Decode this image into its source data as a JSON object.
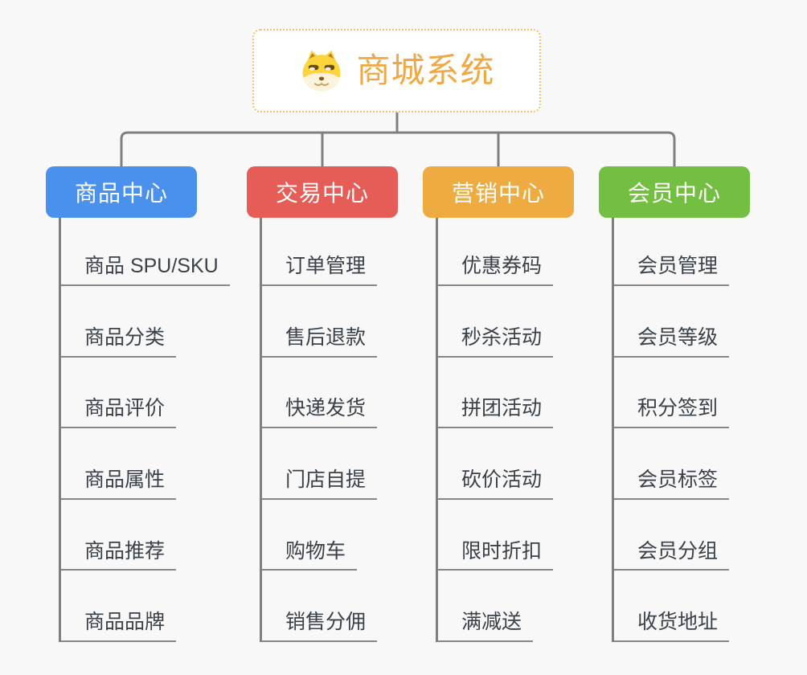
{
  "root": {
    "title": "商城系统",
    "icon": "shiba-dog-icon"
  },
  "branches": [
    {
      "label": "商品中心",
      "color": "#4A90ED",
      "children": [
        "商品 SPU/SKU",
        "商品分类",
        "商品评价",
        "商品属性",
        "商品推荐",
        "商品品牌"
      ]
    },
    {
      "label": "交易中心",
      "color": "#E65C56",
      "children": [
        "订单管理",
        "售后退款",
        "快递发货",
        "门店自提",
        "购物车",
        "销售分佣"
      ]
    },
    {
      "label": "营销中心",
      "color": "#EDAB41",
      "children": [
        "优惠券码",
        "秒杀活动",
        "拼团活动",
        "砍价活动",
        "限时折扣",
        "满减送"
      ]
    },
    {
      "label": "会员中心",
      "color": "#72BF41",
      "children": [
        "会员管理",
        "会员等级",
        "积分签到",
        "会员标签",
        "会员分组",
        "收货地址"
      ]
    }
  ],
  "theme": {
    "background": "#F8F8F8",
    "connector": "#7F7F7F",
    "underline": "#85878A",
    "item_text": "#3A4148",
    "root_border": "#F5C36B",
    "root_title_color": "#F0A844",
    "shiba_yellow": "#FCD43C"
  }
}
